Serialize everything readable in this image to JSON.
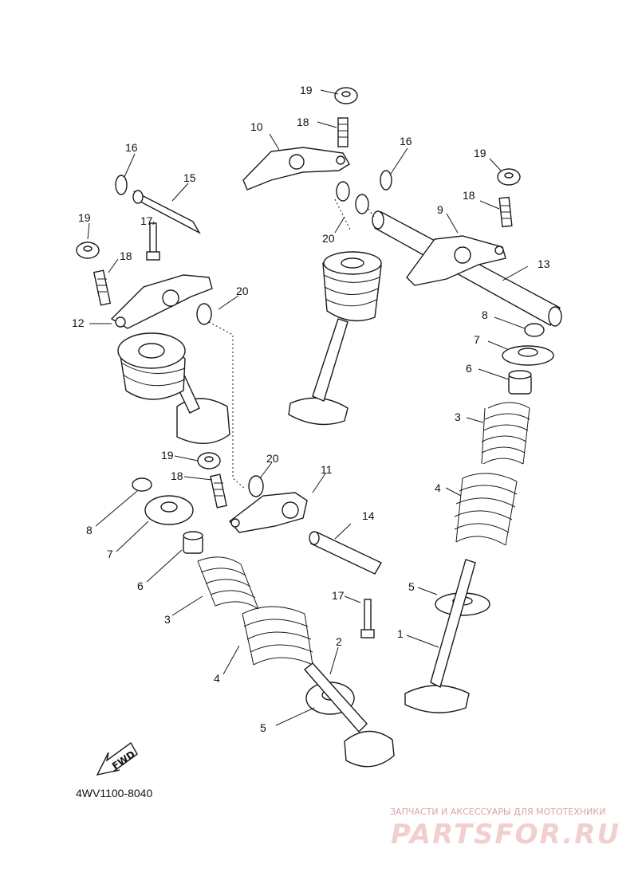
{
  "diagram_code": "4WV1100-8040",
  "forward_marker": "FWD",
  "watermark": {
    "subtitle": "ЗАПЧАСТИ И АКСЕССУАРЫ ДЛЯ МОТОТЕХНИКИ",
    "brand": "PARTSFOR.RU"
  },
  "callouts": {
    "c1": "1",
    "c2": "2",
    "c3a": "3",
    "c3b": "3",
    "c4a": "4",
    "c4b": "4",
    "c5a": "5",
    "c5b": "5",
    "c6a": "6",
    "c6b": "6",
    "c7a": "7",
    "c7b": "7",
    "c8a": "8",
    "c8b": "8",
    "c9": "9",
    "c10": "10",
    "c11": "11",
    "c12": "12",
    "c13": "13",
    "c14": "14",
    "c15": "15",
    "c16a": "16",
    "c16b": "16",
    "c17a": "17",
    "c17b": "17",
    "c18a": "18",
    "c18b": "18",
    "c18c": "18",
    "c18d": "18",
    "c19a": "19",
    "c19b": "19",
    "c19c": "19",
    "c19d": "19",
    "c20a": "20",
    "c20b": "20",
    "c20c": "20"
  }
}
